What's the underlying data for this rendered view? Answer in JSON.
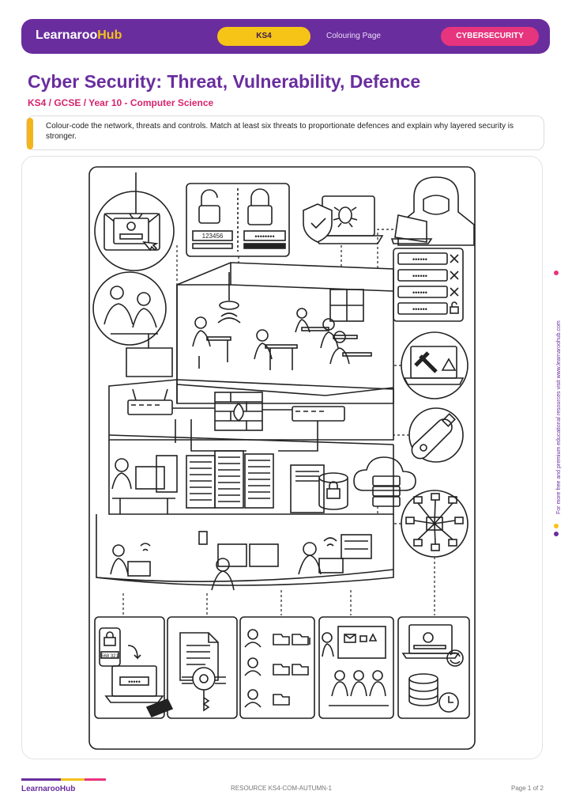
{
  "header": {
    "brand_main": "Learnaroo",
    "brand_accent": "Hub",
    "level_badge": "KS4",
    "page_type": "Colouring Page",
    "topic_badge": "CYBERSECURITY"
  },
  "title": "Cyber Security: Threat, Vulnerability, Defence",
  "subtitle": "KS4 / GCSE / Year 10 - Computer Science",
  "instructions": "Colour-code the network, threats and controls. Match at least six threats to proportionate defences and explain why layered security is stronger.",
  "illustration": {
    "password_weak": "123456",
    "password_strong": "••••••••",
    "login_rows": [
      "••••••",
      "••••••",
      "••••••",
      "••••••"
    ],
    "mfa_code": "568 321",
    "mfa_field": "•••••"
  },
  "side_note": "For more free and premium educational resources visit www.learnaroohub.com",
  "footer": {
    "brand": "LearnarooHub",
    "resource_code": "RESOURCE KS4-COM-AUTUMN-1",
    "page": "Page 1 of 2"
  },
  "colors": {
    "purple": "#6a2d9e",
    "yellow": "#f6c417",
    "pink": "#e7347e"
  }
}
